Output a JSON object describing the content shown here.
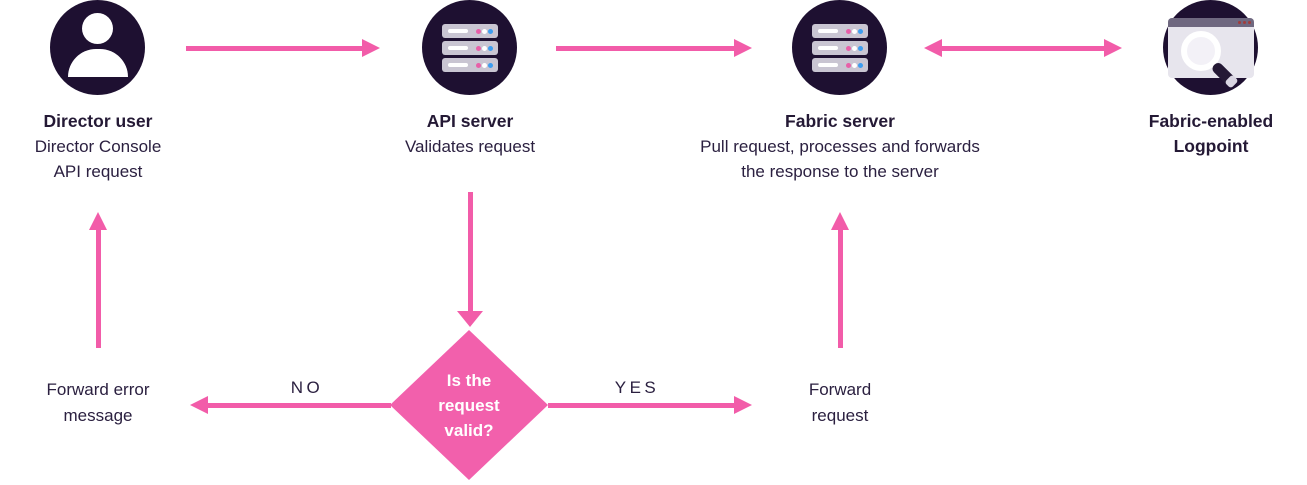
{
  "colors": {
    "accent_pink": "#f25ca9",
    "diamond_pink": "#f260ac",
    "node_circle_dark": "#1e1031",
    "text_dark": "#2b2040"
  },
  "nodes": [
    {
      "icon": "user-icon",
      "title": "Director user",
      "description": "Director Console\nAPI request"
    },
    {
      "icon": "server-icon",
      "title": "API server",
      "description": "Validates request"
    },
    {
      "icon": "server-icon",
      "title": "Fabric server",
      "description": "Pull request, processes and forwards\nthe response to the server"
    },
    {
      "icon": "browser-search-icon",
      "title": "Fabric-enabled\nLogpoint",
      "description": ""
    }
  ],
  "decision": {
    "question": "Is the\nrequest\nvalid?"
  },
  "branches": {
    "no": {
      "label": "NO",
      "result": "Forward error\nmessage"
    },
    "yes": {
      "label": "YES",
      "result": "Forward\nrequest"
    }
  }
}
